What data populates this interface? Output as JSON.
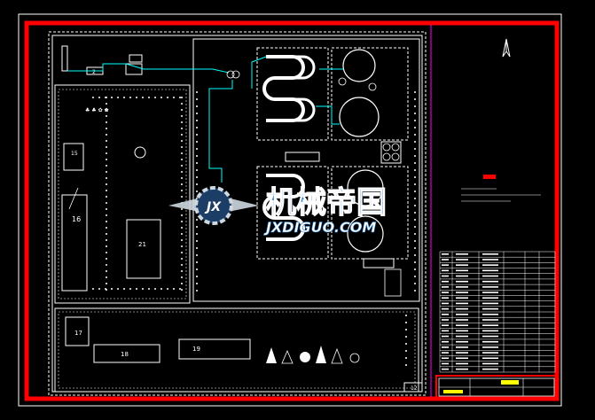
{
  "colors": {
    "background": "#000000",
    "border_red": "#ff0000",
    "sheet_white": "#ffffff",
    "divider_magenta": "#ff00ff",
    "pipe_cyan": "#00ffff",
    "title_yellow": "#ffff00",
    "watermark_blue": "#2a7fd0"
  },
  "north_arrow": {
    "label": "A"
  },
  "zones": {
    "z15": "15",
    "z16": "16",
    "z17": "17",
    "z18": "18",
    "z19": "19",
    "z21": "21",
    "z2": "2",
    "z12": "12"
  },
  "watermark": {
    "chinese": "机械帝国",
    "latin": "JXDIGUO.COM",
    "logo_letter": "JX"
  },
  "legend_table": {
    "rows": 22,
    "columns": 6
  },
  "title_block": {
    "label": ""
  }
}
